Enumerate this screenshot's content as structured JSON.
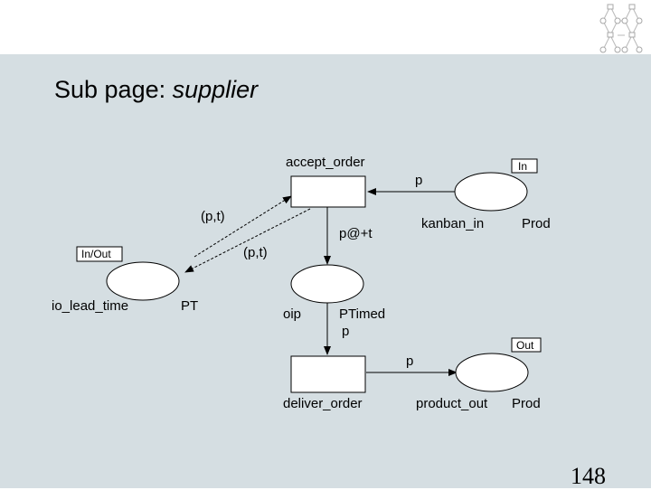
{
  "slide": {
    "title_prefix": "Sub page: ",
    "title_italic": "supplier",
    "page_number": "148"
  },
  "places": {
    "kanban_in": {
      "name": "kanban_in",
      "type": "Prod",
      "port": "In"
    },
    "io_lead_time": {
      "name": "io_lead_time",
      "type": "PT",
      "port": "In/Out"
    },
    "oip": {
      "name": "oip",
      "type": "PTimed"
    },
    "product_out": {
      "name": "product_out",
      "type": "Prod",
      "port": "Out"
    }
  },
  "transitions": {
    "accept_order": "accept_order",
    "deliver_order": "deliver_order"
  },
  "arcs": {
    "kanban_to_accept": "p",
    "accept_to_oip": "p@+t",
    "accept_to_io": "(p,t)",
    "io_to_accept": "(p,t)",
    "oip_to_deliver": "p",
    "deliver_to_product": "p"
  },
  "colors": {
    "background": "#d5dee2",
    "node_fill": "#ffffff",
    "stroke": "#000000"
  }
}
